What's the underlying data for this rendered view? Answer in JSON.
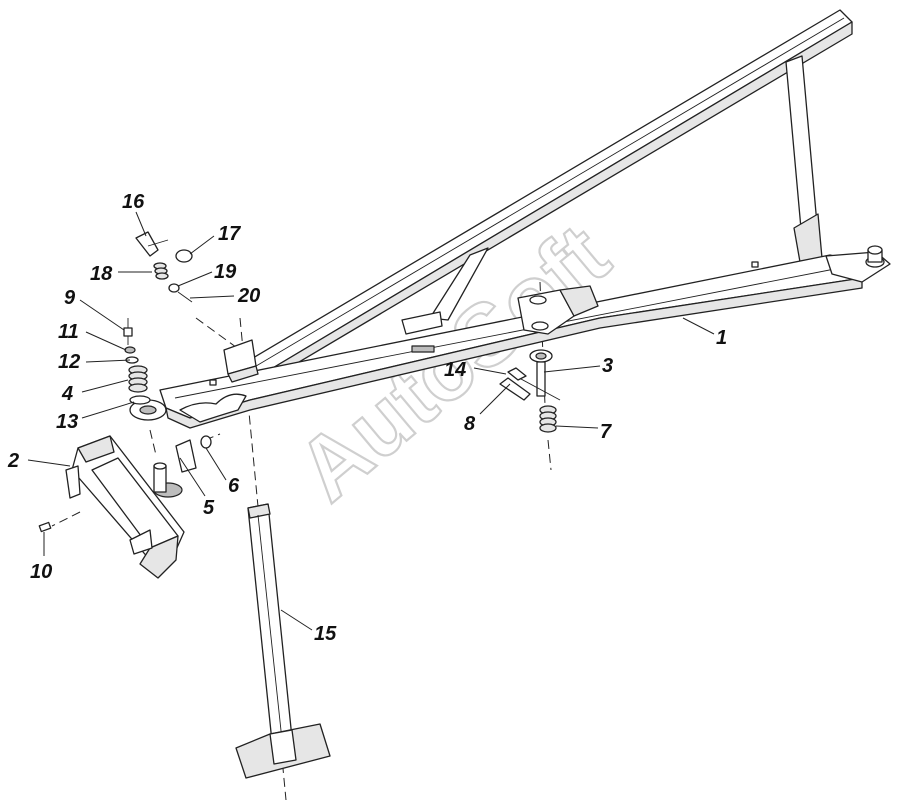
{
  "watermark": {
    "text": "AutoSoft"
  },
  "callouts": [
    {
      "id": "1",
      "label": "1"
    },
    {
      "id": "2",
      "label": "2"
    },
    {
      "id": "3",
      "label": "3"
    },
    {
      "id": "4",
      "label": "4"
    },
    {
      "id": "5",
      "label": "5"
    },
    {
      "id": "6",
      "label": "6"
    },
    {
      "id": "7",
      "label": "7"
    },
    {
      "id": "8",
      "label": "8"
    },
    {
      "id": "9",
      "label": "9"
    },
    {
      "id": "10",
      "label": "10"
    },
    {
      "id": "11",
      "label": "11"
    },
    {
      "id": "12",
      "label": "12"
    },
    {
      "id": "13",
      "label": "13"
    },
    {
      "id": "14",
      "label": "14"
    },
    {
      "id": "15",
      "label": "15"
    },
    {
      "id": "16",
      "label": "16"
    },
    {
      "id": "17",
      "label": "17"
    },
    {
      "id": "18",
      "label": "18"
    },
    {
      "id": "19",
      "label": "19"
    },
    {
      "id": "20",
      "label": "20"
    }
  ]
}
